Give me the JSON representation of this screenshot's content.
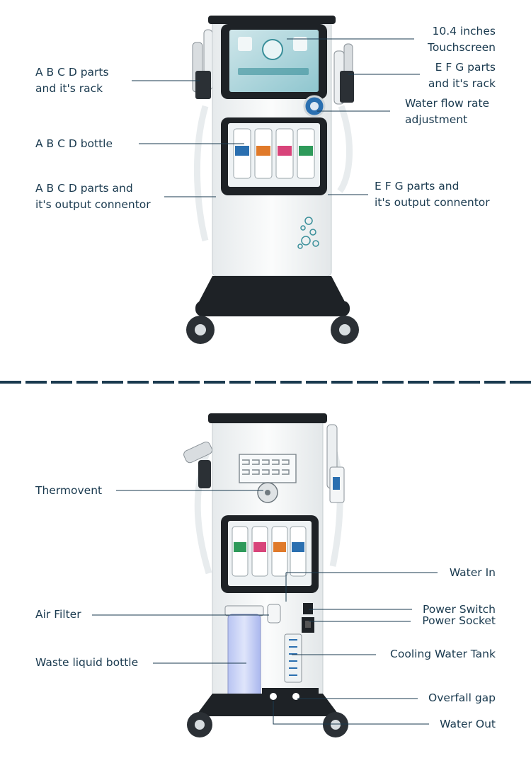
{
  "front": {
    "labels": {
      "touchscreen": "10.4 inches\nTouchscreen",
      "abcd_rack": "A B C D parts\nand it's rack",
      "efg_rack": "E F G parts\nand it's rack",
      "water_flow": "Water flow rate\nadjustment",
      "abcd_bottle": "A B C D bottle",
      "abcd_output": "A B C D parts and\nit's output connentor",
      "efg_output": "E F G parts and\nit's output connentor"
    }
  },
  "back": {
    "labels": {
      "thermovent": "Thermovent",
      "water_in": "Water In",
      "air_filter": "Air Filter",
      "power_switch": "Power Switch",
      "power_socket": "Power Socket",
      "cooling_tank": "Cooling Water Tank",
      "waste_bottle": "Waste liquid bottle",
      "overfall_gap": "Overfall gap",
      "water_out": "Water Out"
    }
  },
  "colors": {
    "label_text": "#1a3a4f",
    "leader_line": "#1a3a4f",
    "divider": "#1a3a4f",
    "machine_body": "#f4f6f7",
    "machine_frame": "#1e2226",
    "screen_teal": "#3a8f9a",
    "bottle_blue": "#2a6fb0",
    "bottle_orange": "#e07a2a",
    "bottle_pink": "#d8447a",
    "bottle_green": "#2e9a5a"
  }
}
